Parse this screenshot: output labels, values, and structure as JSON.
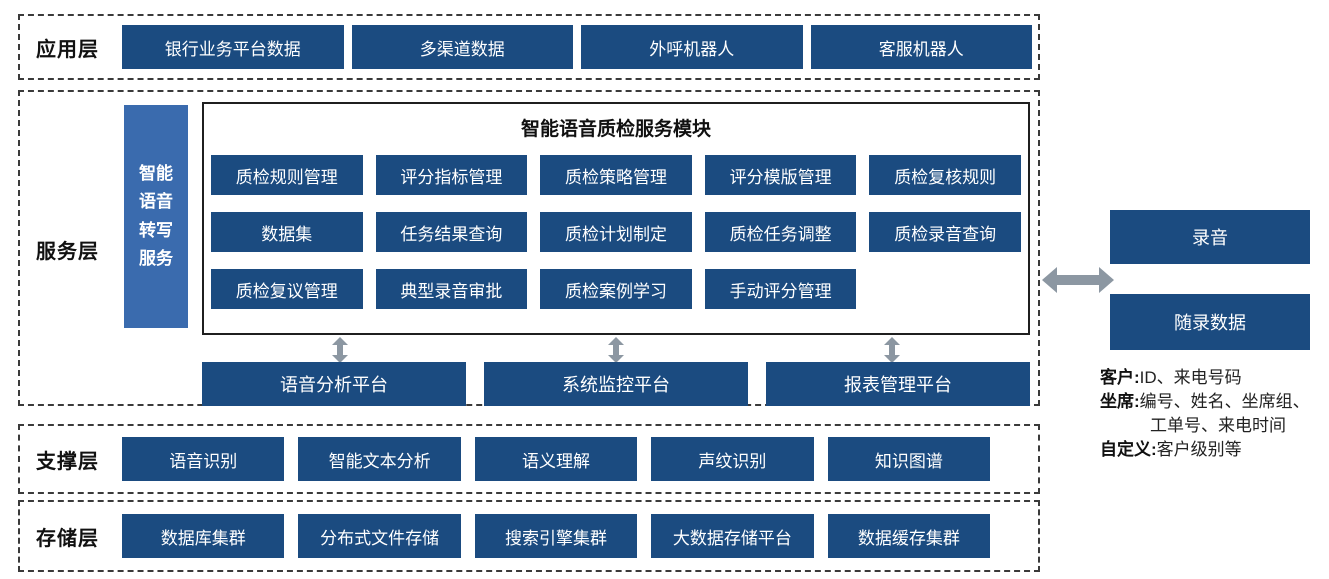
{
  "layers": {
    "app": {
      "label": "应用层",
      "boxes": [
        "银行业务平台数据",
        "多渠道数据",
        "外呼机器人",
        "客服机器人"
      ]
    },
    "service": {
      "label": "服务层",
      "vertical_box": "智能语音转写服务",
      "module": {
        "title": "智能语音质检服务模块",
        "boxes": [
          "质检规则管理",
          "评分指标管理",
          "质检策略管理",
          "评分模版管理",
          "质检复核规则",
          "数据集",
          "任务结果查询",
          "质检计划制定",
          "质检任务调整",
          "质检录音查询",
          "质检复议管理",
          "典型录音审批",
          "质检案例学习",
          "手动评分管理"
        ]
      },
      "platforms": [
        "语音分析平台",
        "系统监控平台",
        "报表管理平台"
      ]
    },
    "support": {
      "label": "支撑层",
      "boxes": [
        "语音识别",
        "智能文本分析",
        "语义理解",
        "声纹识别",
        "知识图谱"
      ]
    },
    "storage": {
      "label": "存储层",
      "boxes": [
        "数据库集群",
        "分布式文件存储",
        "搜索引擎集群",
        "大数据存储平台",
        "数据缓存集群"
      ]
    }
  },
  "right_panel": {
    "boxes": [
      "录音",
      "随录数据"
    ],
    "notes": [
      {
        "label": "客户:",
        "text": "ID、来电号码"
      },
      {
        "label": "坐席:",
        "text": "编号、姓名、坐席组、"
      },
      {
        "label": "",
        "text": "工单号、来电时间"
      },
      {
        "label": "自定义:",
        "text": "客户级别等"
      }
    ]
  },
  "colors": {
    "dark_blue": "#1B4B80",
    "medium_blue": "#3A6BAE",
    "arrow_gray": "#8C97A2",
    "dash_border": "#3a3a3a"
  }
}
